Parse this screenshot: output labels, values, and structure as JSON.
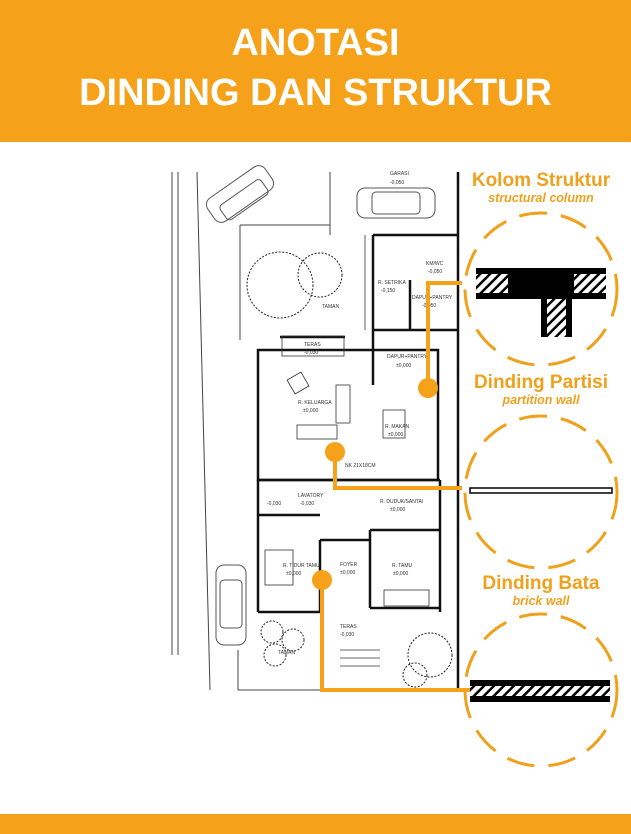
{
  "header": {
    "line1": "ANOTASI",
    "line2": "DINDING DAN STRUKTUR"
  },
  "legend": [
    {
      "title": "Kolom Struktur",
      "subtitle": "structural column"
    },
    {
      "title": "Dinding Partisi",
      "subtitle": "partition wall"
    },
    {
      "title": "Dinding Bata",
      "subtitle": "brick wall"
    }
  ],
  "plan": {
    "rooms": {
      "garasi": "GARASI",
      "garasi_lvl": "-0,050",
      "setrika": "R. SETRIKA",
      "setrika_lvl": "-0,150",
      "kmwc": "KM/WC",
      "kmwc_lvl": "-0,050",
      "dapur1": "DAPUR+PANTRY",
      "dapur1_lvl": "-0,050",
      "dapur2": "DAPUR+PANTRY",
      "dapur2_lvl": "±0,000",
      "taman1": "TAMAN",
      "taman2": "TAMAN",
      "teras1": "TERAS",
      "teras1_lvl": "-0,030",
      "keluarga": "R. KELUARGA",
      "keluarga_lvl": "±0,000",
      "makan": "R. MAKAN",
      "makan_lvl": "±0,000",
      "nk": "NK 21X18CM",
      "duduk": "R. DUDUK/SANTAI",
      "duduk_lvl": "±0,000",
      "lavatory": "LAVATORY",
      "lavatory_lvl": "-0,030",
      "wc_lvl": "-0,030",
      "tidur": "R. TIDUR TAMU",
      "tidur_lvl": "±0,000",
      "foyer": "FOYER",
      "foyer_lvl": "±0,000",
      "tamu": "R. TAMU",
      "tamu_lvl": "±0,000",
      "teras2": "TERAS",
      "teras2_lvl": "-0,030"
    }
  },
  "colors": {
    "accent": "#f6a11a",
    "wall": "#000000"
  }
}
